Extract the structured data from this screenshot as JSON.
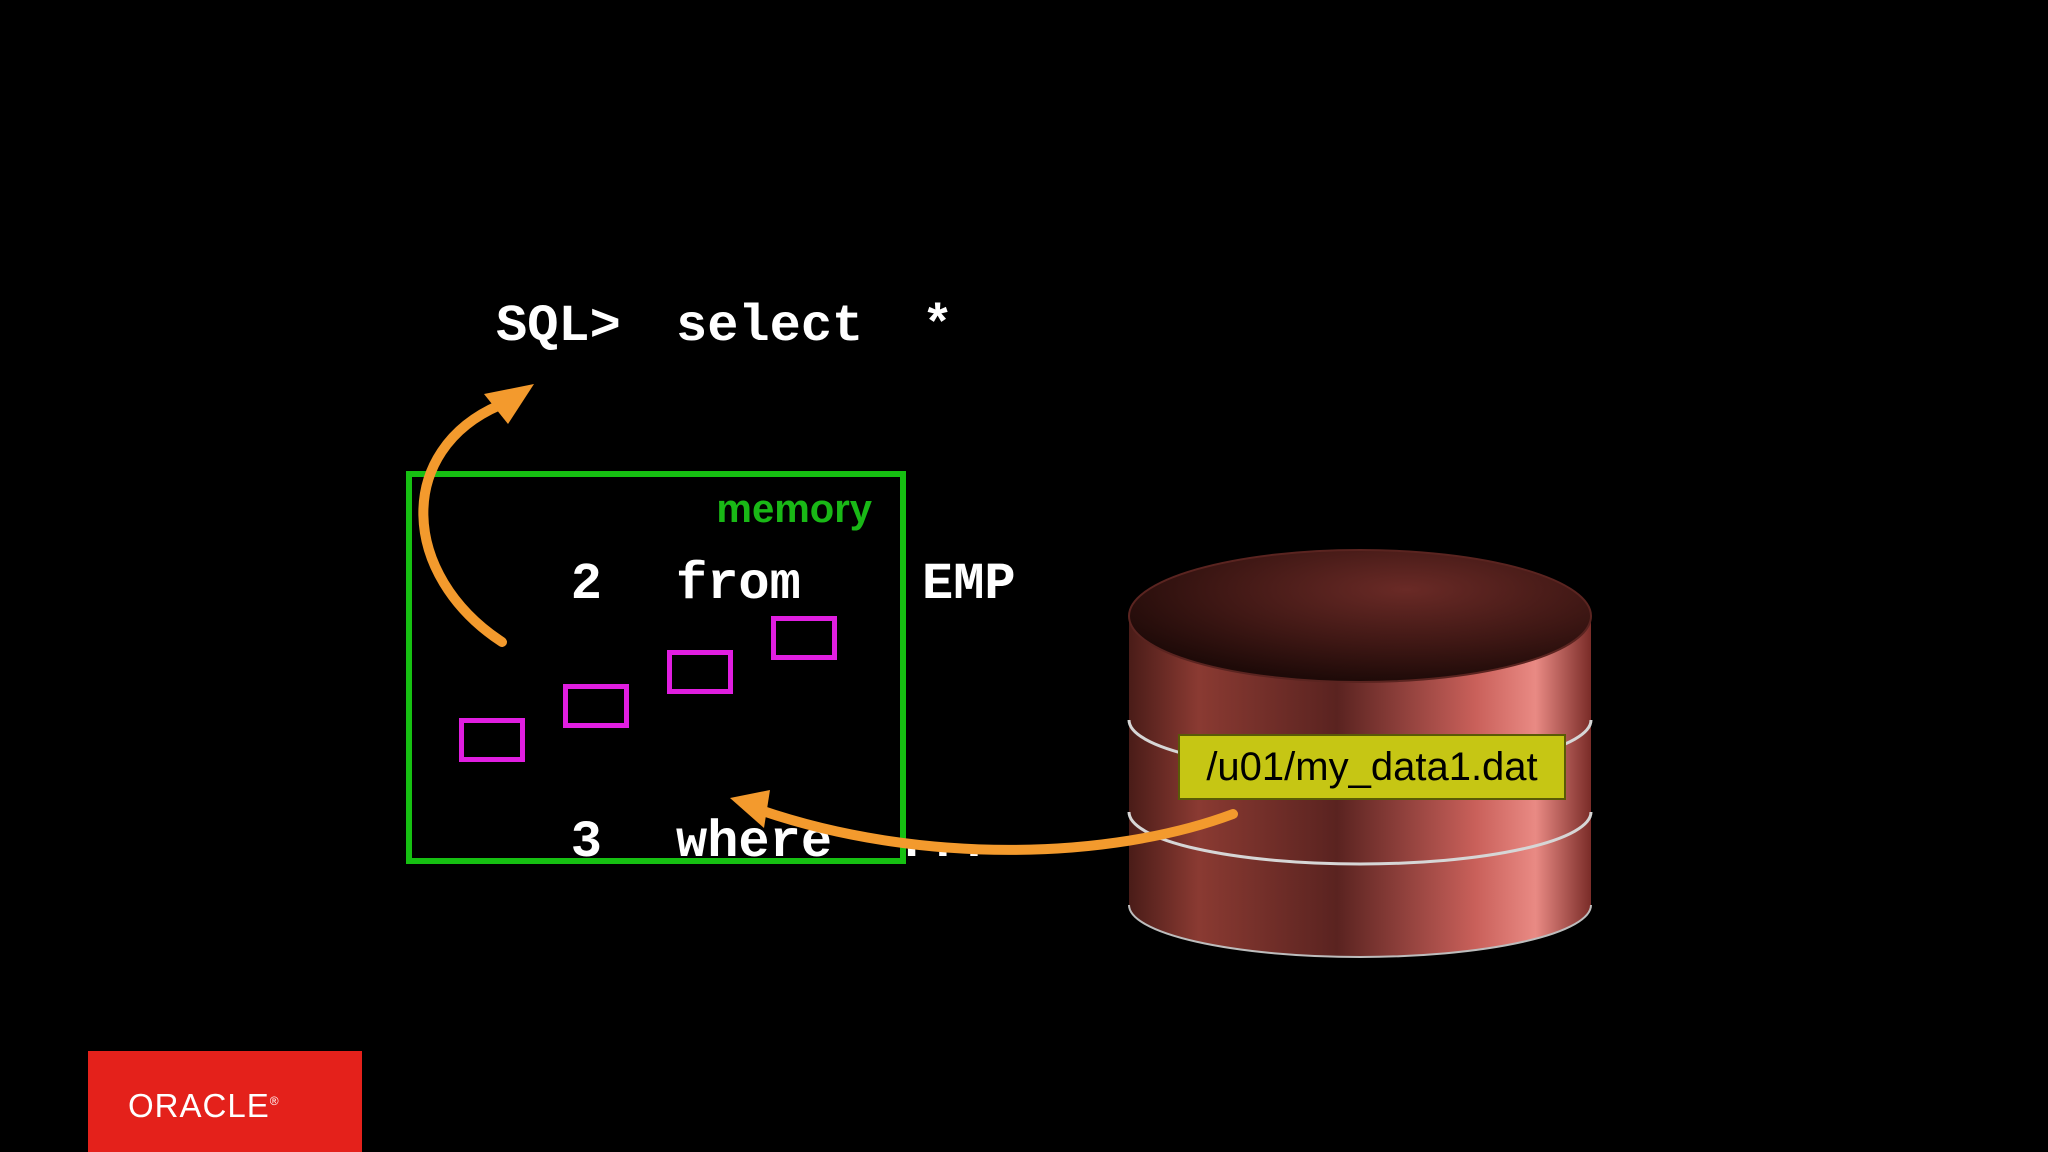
{
  "sql": {
    "lines": [
      {
        "prefix": "SQL>",
        "keyword": "select",
        "value": "*"
      },
      {
        "prefix": "2",
        "keyword": "from",
        "value": "EMP"
      },
      {
        "prefix": "3",
        "keyword": "where",
        "value": "..."
      }
    ]
  },
  "memory": {
    "label": "memory",
    "block_count": 4,
    "border_color": "#16c012",
    "block_color": "#e01ee0"
  },
  "datafile": {
    "label": "/u01/my_data1.dat",
    "icon": "database-cylinder-icon"
  },
  "arrows": {
    "color": "#f39a2d"
  },
  "logo": {
    "text": "ORACLE",
    "mark": "®",
    "color": "#e4211b"
  }
}
